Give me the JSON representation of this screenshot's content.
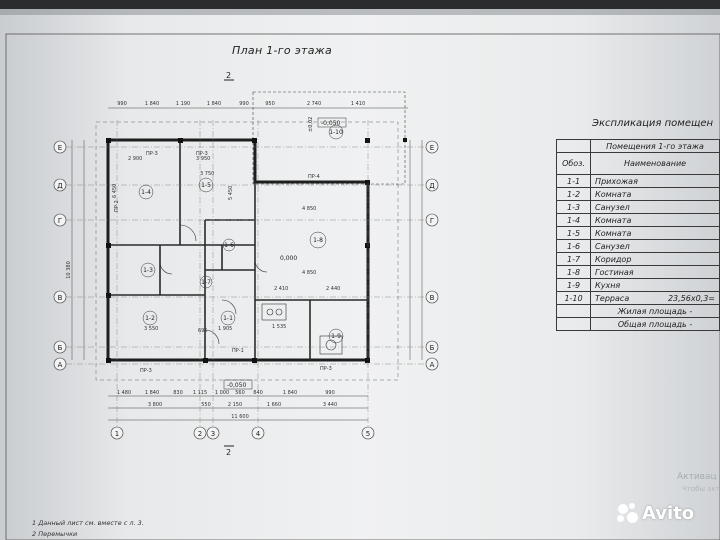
{
  "plan": {
    "title": "План 1-го этажа",
    "section_mark": "2",
    "top_dims_row1": [
      "990",
      "1 840",
      "1 190",
      "1 840",
      "990",
      "950",
      "2 740",
      "1 410"
    ],
    "bottom_dims_row1": [
      "1 480",
      "1 840",
      "830",
      "1 115",
      "1 000",
      "560",
      "840",
      "1 840",
      "990"
    ],
    "bottom_dims_row2": [
      "3 800",
      "550",
      "2 150",
      "1 660",
      "3 440"
    ],
    "overall_width": "11 600",
    "left_height": "10 380",
    "axes_vertical": [
      "1",
      "2",
      "3",
      "4",
      "5"
    ],
    "axes_horizontal": [
      "Е",
      "Д",
      "Г",
      "В",
      "Б",
      "А"
    ],
    "rooms": [
      "1-1",
      "1-2",
      "1-3",
      "1-4",
      "1-5",
      "1-6",
      "1-7",
      "1-8",
      "1-9",
      "1-10"
    ],
    "level_marks": [
      "-0,050",
      "0,000",
      "-0,050",
      "±0,02"
    ],
    "door_marks": [
      "ПР-3",
      "ПР-3",
      "ПР-4",
      "ПР-2",
      "ПР-1",
      "ПР-3",
      "ПР-3"
    ],
    "room_dims": [
      "2 900",
      "3 950",
      "3 750",
      "4 850",
      "4 850",
      "3 550",
      "2 440",
      "2 410",
      "1 535",
      "1 905",
      "695",
      "6 450",
      "5 450"
    ]
  },
  "explication": {
    "title": "Экспликация помещен",
    "table_header": "Помещения 1-го этажа",
    "col_code": "Обоз.",
    "col_name": "Наименование",
    "rows": [
      {
        "code": "1-1",
        "name": "Прихожая",
        "area": ""
      },
      {
        "code": "1-2",
        "name": "Комната",
        "area": ""
      },
      {
        "code": "1-3",
        "name": "Санузел",
        "area": ""
      },
      {
        "code": "1-4",
        "name": "Комната",
        "area": ""
      },
      {
        "code": "1-5",
        "name": "Комната",
        "area": ""
      },
      {
        "code": "1-6",
        "name": "Санузел",
        "area": ""
      },
      {
        "code": "1-7",
        "name": "Коридор",
        "area": ""
      },
      {
        "code": "1-8",
        "name": "Гостиная",
        "area": ""
      },
      {
        "code": "1-9",
        "name": "Кухня",
        "area": ""
      },
      {
        "code": "1-10",
        "name": "Терраса",
        "area": "23,56х0,3="
      }
    ],
    "living_area": "Жилая площадь -",
    "total_area": "Общая площадь -"
  },
  "notes": {
    "note1": "1 Данный лист см. вместе с л. 3.",
    "note2": "2 Перемычки"
  },
  "watermark": {
    "activate": "Активац",
    "activate_sub": "Чтобы акт",
    "brand": "Avito"
  }
}
